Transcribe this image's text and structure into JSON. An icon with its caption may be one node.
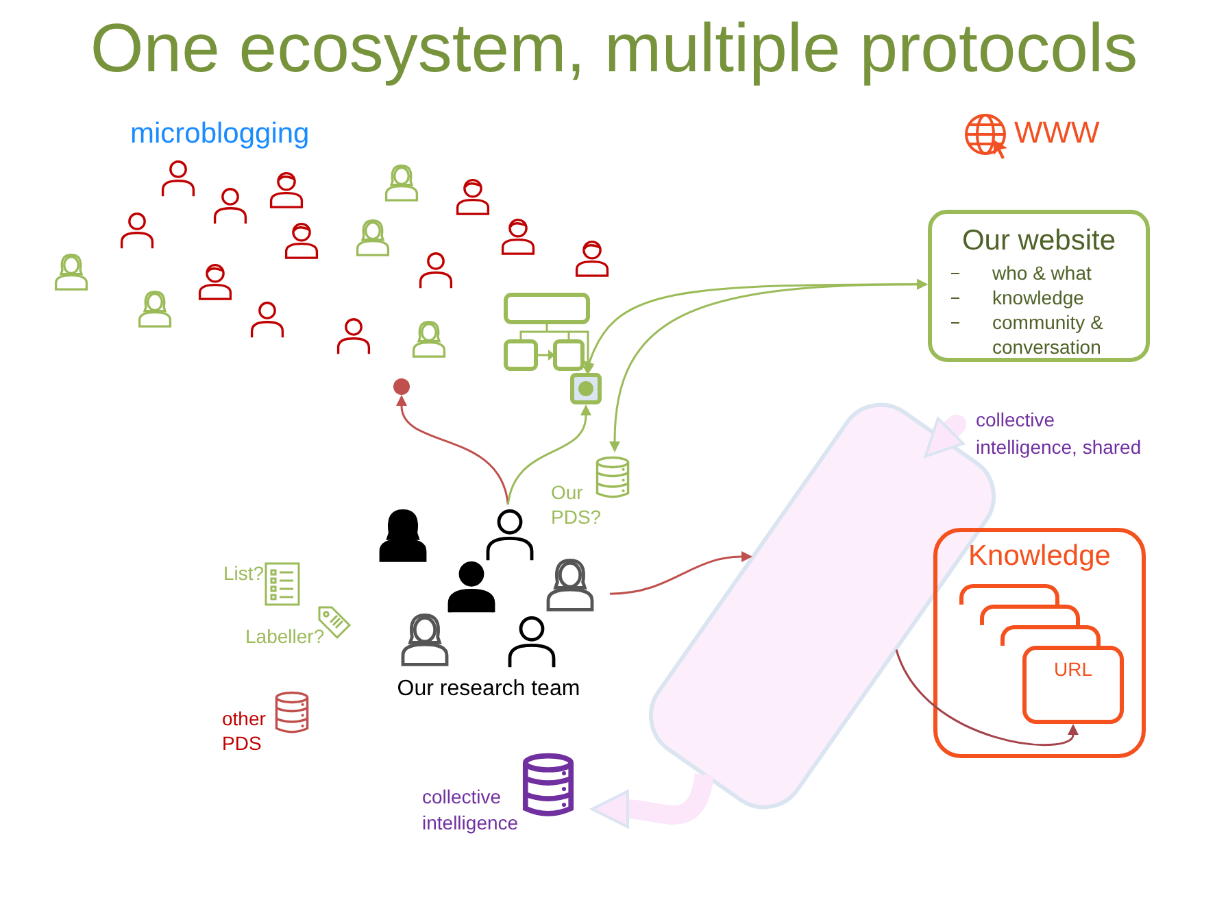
{
  "diagram": {
    "title": "One ecosystem, multiple protocols",
    "nodes": [
      {
        "text": [],
        "shape": "circle"
      },
      {
        "text": [],
        "shape": "box"
      },
      {
        "text": [
          "Our website",
          "who & what",
          "knowledge",
          "community & conversation"
        ]
      },
      {
        "text": [
          "Our PDS?"
        ]
      },
      {
        "text": [
          "Our research team"
        ]
      },
      {
        "text": [],
        "shape": "box"
      },
      {
        "text": [
          "Knowledge"
        ]
      },
      {
        "text": [],
        "shape": "box",
        "in": 6
      },
      {
        "text": [],
        "shape": "box",
        "in": 6
      },
      {
        "text": [],
        "shape": "box",
        "in": 6
      },
      {
        "text": [
          "URL"
        ],
        "in": 6
      },
      {
        "text": [
          "collective intelligence"
        ]
      },
      {
        "text": [
          "collective intelligence, shared"
        ]
      }
    ],
    "edges": [
      {
        "from": 4,
        "to": 0,
        "arrow": "to",
        "color": "#c0504d"
      },
      {
        "from": 4,
        "to": 1,
        "arrow": "to",
        "color": "#9bbb59"
      },
      {
        "from": 2,
        "to": 1,
        "arrow": "both",
        "color": "#9bbb59"
      },
      {
        "from": 2,
        "to": 3,
        "arrow": "both",
        "color": "#9bbb59"
      },
      {
        "from": 4,
        "to": 5,
        "arrow": "to",
        "color": "#c0504d"
      },
      {
        "from": 5,
        "to": 10,
        "arrow": "to",
        "color": "#a5434a"
      },
      {
        "from": 5,
        "to": 12,
        "arrow": "to",
        "style": "thick",
        "color": "#fbe6fa"
      },
      {
        "from": 5,
        "to": 11,
        "arrow": "to",
        "style": "thick",
        "color": "#fbe6fa"
      }
    ],
    "labels": [
      "microblogging",
      "WWW",
      "List?",
      "Labeller?",
      "other PDS"
    ]
  }
}
